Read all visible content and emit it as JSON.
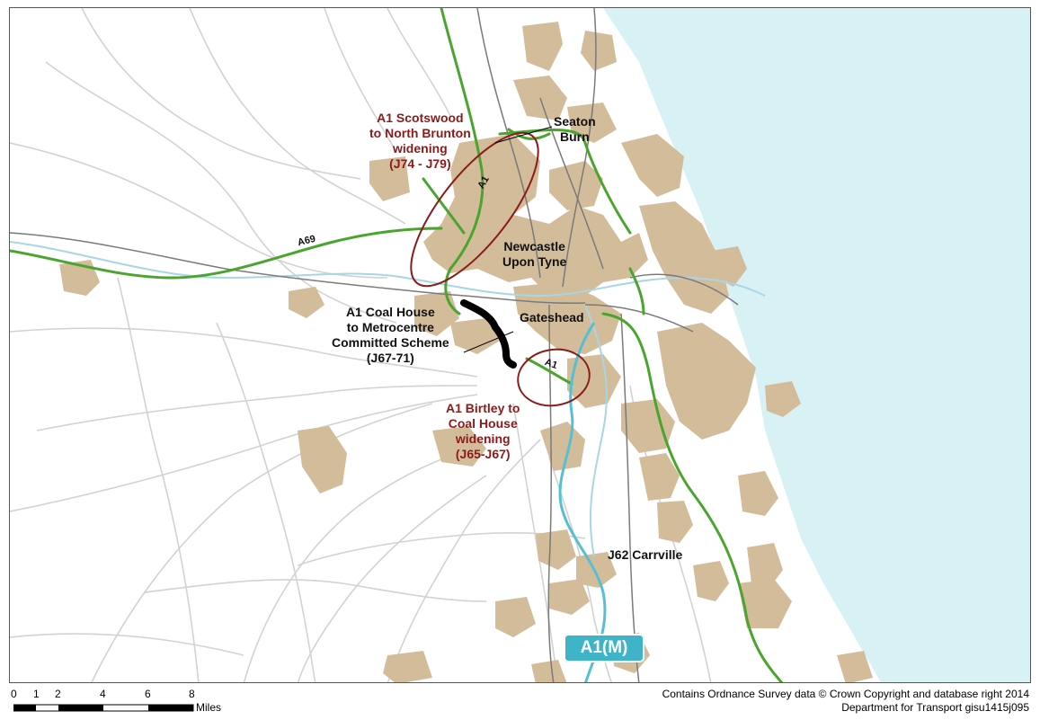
{
  "map": {
    "labels": {
      "seaton_burn": "Seaton\nBurn",
      "newcastle": "Newcastle\nUpon Tyne",
      "gateshead": "Gateshead",
      "j62": "J62 Carrville",
      "coal_house_metrocentre": "A1 Coal House\nto Metrocentre\nCommitted Scheme\n(J67-71)",
      "scotswood": "A1 Scotswood\nto North Brunton\nwidening\n(J74 - J79)",
      "birtley": "A1 Birtley to\nCoal House\nwidening\n(J65-J67)"
    },
    "road_tags": {
      "a69": "A69",
      "a1_north": "A1",
      "a1_south": "A1"
    },
    "a1m_sign": "A1(M)",
    "colors": {
      "sea": "#d8f1f5",
      "urban": "#d3bc9a",
      "green_road": "#4aa52e",
      "a1m_blue": "#3fb4c9",
      "scheme_red": "#8b1a1a",
      "minor_road": "#cfcfcf",
      "rail": "#777777",
      "committed_scheme": "#000000"
    }
  },
  "scale": {
    "ticks": [
      "0",
      "1",
      "2",
      "4",
      "6",
      "8"
    ],
    "units": "Miles"
  },
  "credits": {
    "line1": "Contains Ordnance Survey data © Crown Copyright and database right 2014",
    "line2": "Department for Transport gisu1415j095"
  }
}
